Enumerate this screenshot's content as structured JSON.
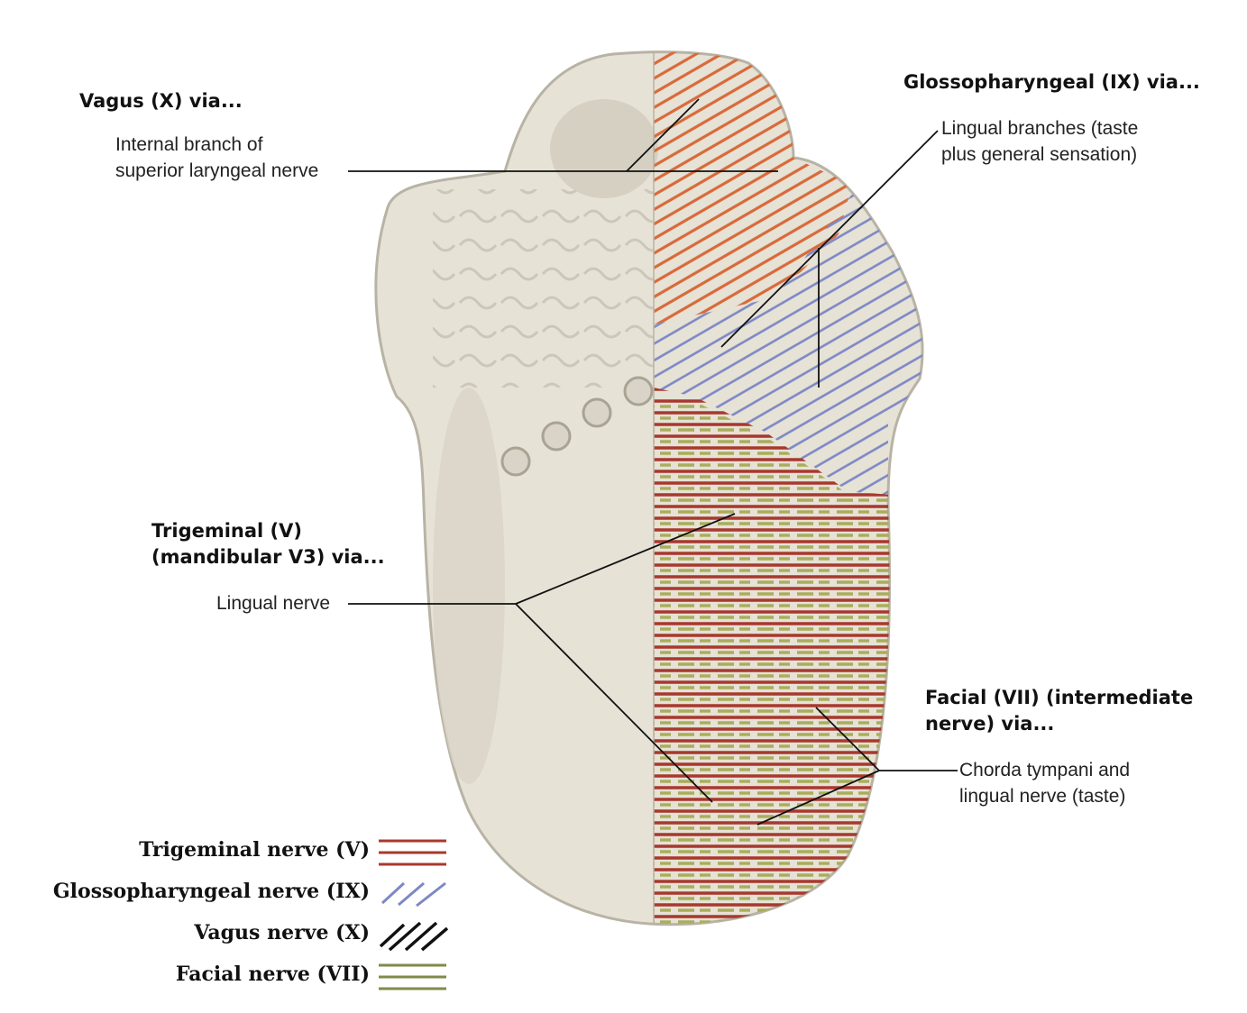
{
  "labels": {
    "vagus": {
      "heading": "Vagus (X) via...",
      "branch_line1": "Internal branch of",
      "branch_line2": "superior laryngeal nerve"
    },
    "glosso": {
      "heading": "Glossopharyngeal (IX) via...",
      "branch_line1": "Lingual branches (taste",
      "branch_line2": "plus general sensation)"
    },
    "trigeminal": {
      "heading_line1": "Trigeminal (V)",
      "heading_line2": "(mandibular V3) via...",
      "branch": "Lingual nerve"
    },
    "facial": {
      "heading_line1": "Facial (VII) (intermediate",
      "heading_line2": "nerve) via...",
      "branch_line1": "Chorda tympani and",
      "branch_line2": "lingual nerve (taste)"
    }
  },
  "legend": [
    {
      "label": "Trigeminal nerve (V)",
      "color": "#a8382e",
      "style": "horizontal"
    },
    {
      "label": "Glossopharyngeal nerve (IX)",
      "color": "#7d88c4",
      "style": "diagonal"
    },
    {
      "label": "Vagus nerve (X)",
      "color": "#111111",
      "style": "diagonal"
    },
    {
      "label": "Facial nerve (VII)",
      "color": "#7f8a4a",
      "style": "horizontal"
    }
  ],
  "colors": {
    "vagus_region": "#d86a3a",
    "glosso_region": "#7d88c4",
    "trigeminal_region": "#a8382e",
    "facial_region": "#a9ad5c",
    "tongue_fill": "#e6e2d6"
  }
}
